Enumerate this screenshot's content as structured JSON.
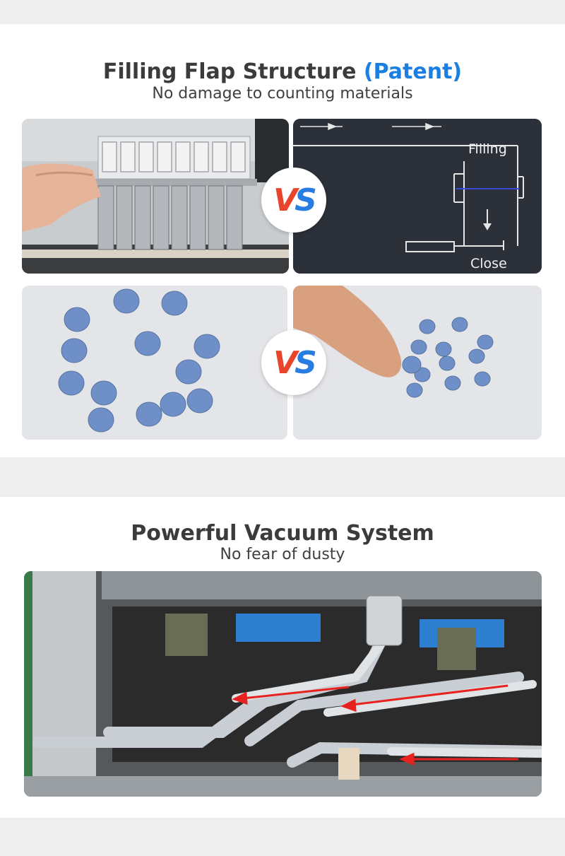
{
  "section1": {
    "title": "Filling Flap Structure",
    "title_accent": "(Patent)",
    "subtitle": "No damage to counting materials",
    "vs_label_v": "V",
    "vs_label_s": "S",
    "cad": {
      "label_filling": "Filling",
      "label_close": "Close"
    },
    "colors": {
      "accent": "#1a7fe0",
      "vs_red": "#e8452c",
      "vs_blue": "#2a7de0",
      "tablet": "#6f8fc8"
    }
  },
  "section2": {
    "title": "Powerful Vacuum System",
    "subtitle": "No fear of dusty",
    "arrow_color": "#e8231f"
  }
}
